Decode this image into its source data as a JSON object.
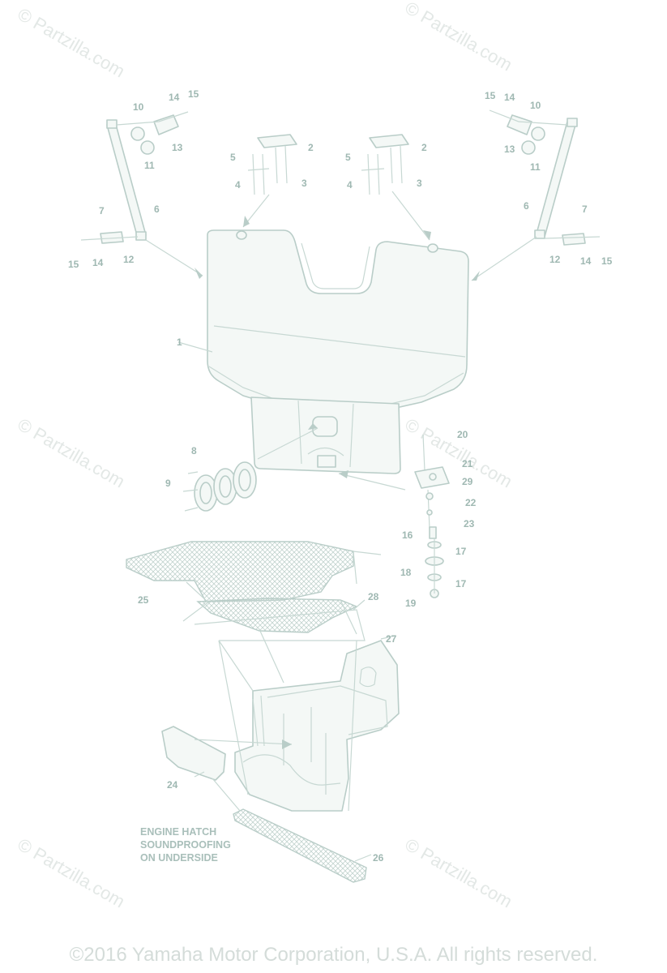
{
  "watermark": "© Partzilla.com",
  "callouts": {
    "c1": "1",
    "c2a": "2",
    "c2b": "2",
    "c3a": "3",
    "c3b": "3",
    "c4a": "4",
    "c4b": "4",
    "c5a": "5",
    "c5b": "5",
    "c6a": "6",
    "c6b": "6",
    "c7a": "7",
    "c7b": "7",
    "c8": "8",
    "c9": "9",
    "c10a": "10",
    "c10b": "10",
    "c11a": "11",
    "c11b": "11",
    "c12a": "12",
    "c12b": "12",
    "c13a": "13",
    "c13b": "13",
    "c14a": "14",
    "c14b": "14",
    "c14c": "14",
    "c14d": "14",
    "c15a": "15",
    "c15b": "15",
    "c15c": "15",
    "c15d": "15",
    "c16": "16",
    "c17a": "17",
    "c17b": "17",
    "c18": "18",
    "c19": "19",
    "c20": "20",
    "c21": "21",
    "c22": "22",
    "c23": "23",
    "c24": "24",
    "c25": "25",
    "c26": "26",
    "c27": "27",
    "c28": "28",
    "c29": "29"
  },
  "note": [
    "ENGINE HATCH",
    "SOUNDPROOFING",
    "ON UNDERSIDE"
  ],
  "copyright": "©2016 Yamaha Motor Corporation, U.S.A. All rights reserved."
}
